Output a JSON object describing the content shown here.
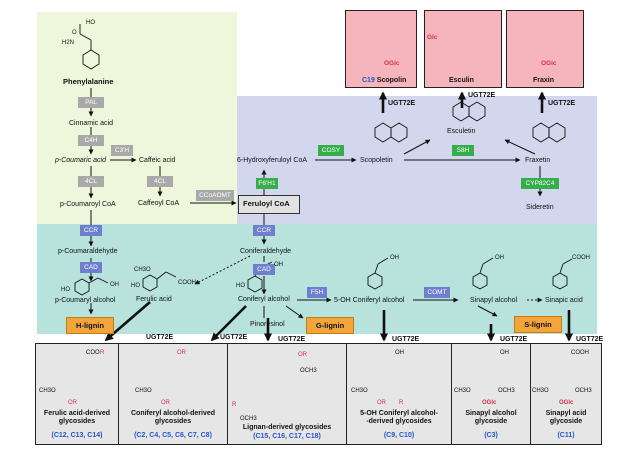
{
  "colors": {
    "phenylalanine_region": "#eef6dc",
    "lavender_region": "#d3d7ee",
    "teal_region": "#b7e3dc",
    "glucoside_box": "#f6b5bc",
    "glycoside_box": "#e6e6e6",
    "lignin": "#f3a53b",
    "enzyme_gray": "#a9a9a9",
    "enzyme_blue": "#6f7fd0",
    "enzyme_green": "#35ad4a",
    "highlight_red": "#d2334a",
    "compound_blue": "#2255cc"
  },
  "compounds": {
    "phenylalanine": "Phenylalanine",
    "cinnamic_acid": "Cinnamic acid",
    "p_coumaric_acid": "p-Coumaric acid",
    "caffeic_acid": "Caffeic acid",
    "p_coumaroyl_coa": "p-Coumaroyl CoA",
    "caffeoyl_coa": "Caffeoyl CoA",
    "feruloyl_coa": "Feruloyl CoA",
    "hydroxyferuloyl_coa": "6-Hydroxyferuloyl CoA",
    "scopoletin": "Scopoletin",
    "esculetin": "Esculetin",
    "fraxetin": "Fraxetin",
    "sideretin": "Sideretin",
    "p_coumaraldehyde": "p-Coumaraldehyde",
    "p_coumaryl_alcohol": "p-Coumaryl alcohol",
    "coniferaldehyde": "Coniferaldehyde",
    "ferulic_acid": "Ferulic acid",
    "coniferyl_alcohol": "Coniferyl alcohol",
    "pinoresinol": "Pinoresinol",
    "oh_coniferyl_alcohol": "5-OH Coniferyl alcohol",
    "sinapyl_alcohol": "Sinapyl alcohol",
    "sinapic_acid": "Sinapic acid"
  },
  "enzymes": {
    "pal": "PAL",
    "c4h": "C4H",
    "c3h": "C3'H",
    "fourcl_1": "4CL",
    "fourcl_2": "4CL",
    "ccoaomt": "CCoAOMT",
    "cosy": "COSY",
    "s8h": "S8H",
    "f6h1": "F6'H1",
    "cyp82c4": "CYP82C4",
    "ccr_1": "CCR",
    "ccr_2": "CCR",
    "cad_1": "CAD",
    "cad_2": "CAD",
    "f5h": "F5H",
    "comt": "COMT"
  },
  "lignins": {
    "h": "H-lignin",
    "g": "G-lignin",
    "s": "S-lignin"
  },
  "ugt": "UGT72E",
  "glucosides": {
    "scopolin_id": "C19",
    "scopolin": "Scopolin",
    "esculin": "Esculin",
    "fraxin": "Fraxin",
    "glc": "Glc",
    "oglc": "OGlc"
  },
  "glycosides": [
    {
      "line1": "Ferulic acid-derived",
      "line2": "glycosides",
      "compounds": "(C12, C13, C14)"
    },
    {
      "line1": "Coniferyl alcohol-derived",
      "line2": "glycosides",
      "compounds": "(C2, C4, C5, C6, C7, C8)"
    },
    {
      "line1": "Lignan-derived glycosides",
      "line2": "",
      "compounds": "(C15, C16, C17, C18)"
    },
    {
      "line1": "5-OH Coniferyl alcohol-",
      "line2": "-derived glycosides",
      "compounds": "(C9, C10)"
    },
    {
      "line1": "Sinapyl alcohol",
      "line2": "glycoside",
      "compounds": "(C3)"
    },
    {
      "line1": "Sinapyl acid",
      "line2": "glycoside",
      "compounds": "(C11)"
    }
  ],
  "atoms": {
    "ho": "HO",
    "oh": "OH",
    "o": "O",
    "or": "OR",
    "r": "R",
    "cooh": "COOH",
    "coo": "COO",
    "ch3o": "CH3O",
    "och3": "OCH3",
    "h2n": "H2N"
  }
}
